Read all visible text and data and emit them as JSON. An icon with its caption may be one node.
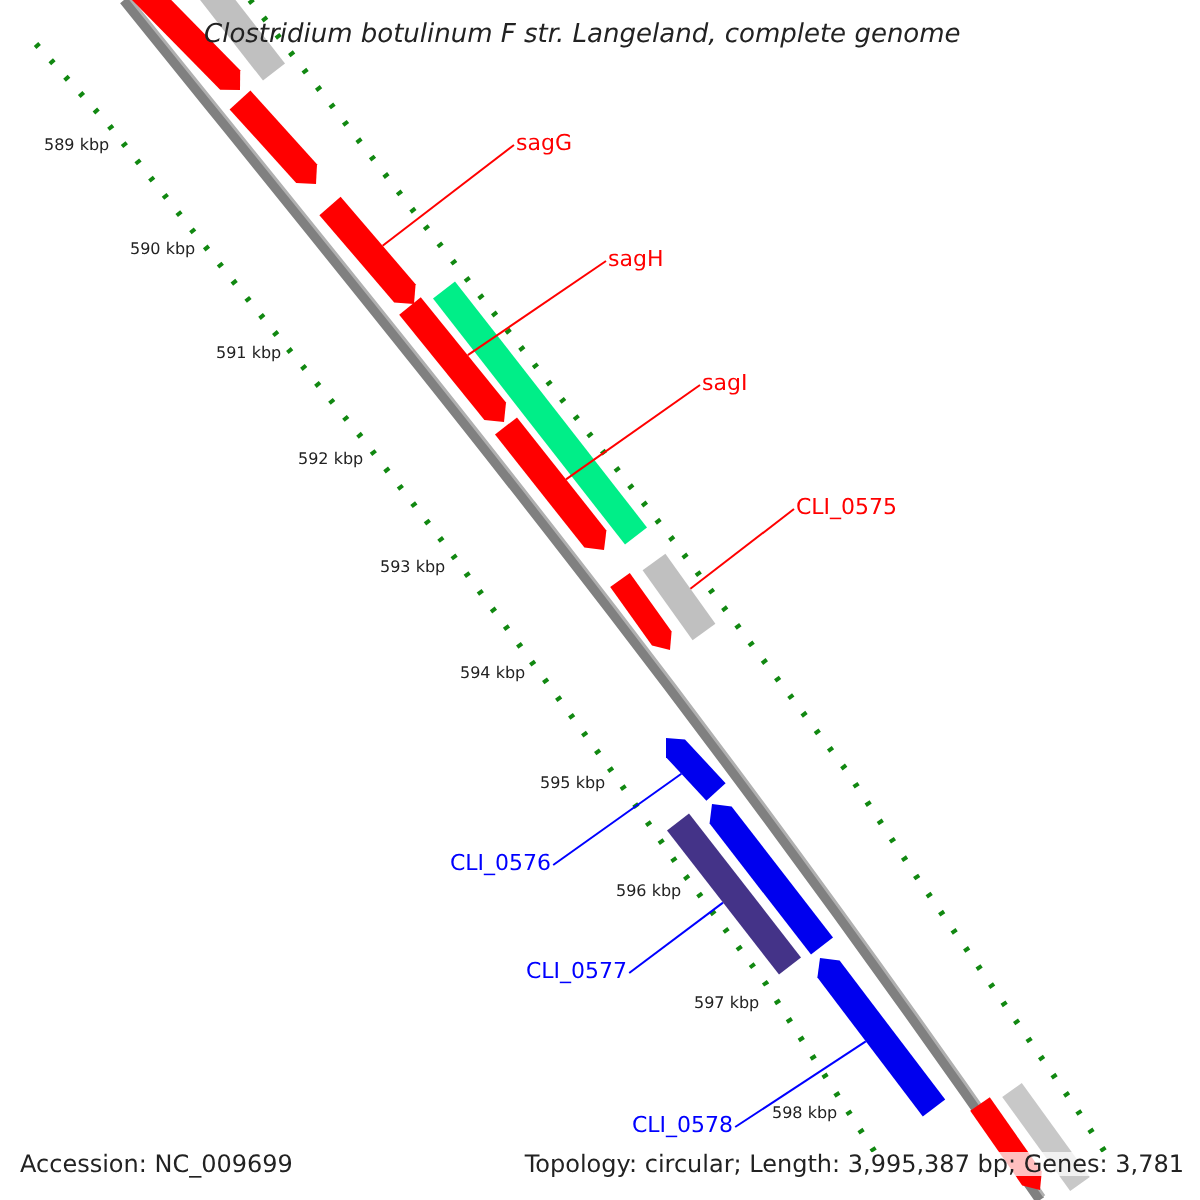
{
  "diagram": {
    "title": "Clostridium botulinum F str. Langeland, complete genome",
    "nodes": [
      {
        "text": [
          "sagG"
        ]
      },
      {
        "text": [],
        "shape": "arrow"
      },
      {
        "text": [
          "sagH"
        ]
      },
      {
        "text": [],
        "shape": "arrow"
      },
      {
        "text": [
          "sagI"
        ]
      },
      {
        "text": [],
        "shape": "arrow"
      },
      {
        "text": [
          "CLI_0575"
        ]
      },
      {
        "text": [],
        "shape": "bar"
      },
      {
        "text": [
          "CLI_0576"
        ]
      },
      {
        "text": [],
        "shape": "arrow"
      },
      {
        "text": [
          "CLI_0577"
        ]
      },
      {
        "text": [],
        "shape": "bar"
      },
      {
        "text": [
          "CLI_0578"
        ]
      },
      {
        "text": [],
        "shape": "arrow"
      },
      {
        "text": [],
        "shape": "arrow"
      },
      {
        "text": [],
        "shape": "bar"
      },
      {
        "text": [],
        "shape": "arrow"
      },
      {
        "text": [],
        "shape": "bar"
      },
      {
        "text": [],
        "shape": "arrow"
      },
      {
        "text": [],
        "shape": "arrow"
      },
      {
        "text": [],
        "shape": "arrow"
      },
      {
        "text": [],
        "shape": "bar"
      }
    ],
    "edges": [
      {
        "from": 0,
        "to": 1,
        "arrow": "none",
        "color": "#ff0000"
      },
      {
        "from": 2,
        "to": 3,
        "arrow": "none",
        "color": "#ff0000"
      },
      {
        "from": 4,
        "to": 5,
        "arrow": "none",
        "color": "#ff0000"
      },
      {
        "from": 6,
        "to": 7,
        "arrow": "none",
        "color": "#ff0000"
      },
      {
        "from": 8,
        "to": 9,
        "arrow": "none",
        "color": "#0000ff"
      },
      {
        "from": 10,
        "to": 11,
        "arrow": "none",
        "color": "#0000ff"
      },
      {
        "from": 12,
        "to": 13,
        "arrow": "none",
        "color": "#0000ff"
      }
    ],
    "labels": [
      "589 kbp",
      "590 kbp",
      "591 kbp",
      "592 kbp",
      "593 kbp",
      "594 kbp",
      "595 kbp",
      "596 kbp",
      "597 kbp",
      "598 kbp",
      "Accession: NC_009699",
      "Topology: circular; Length: 3,995,387 bp; Genes: 3,781"
    ]
  }
}
